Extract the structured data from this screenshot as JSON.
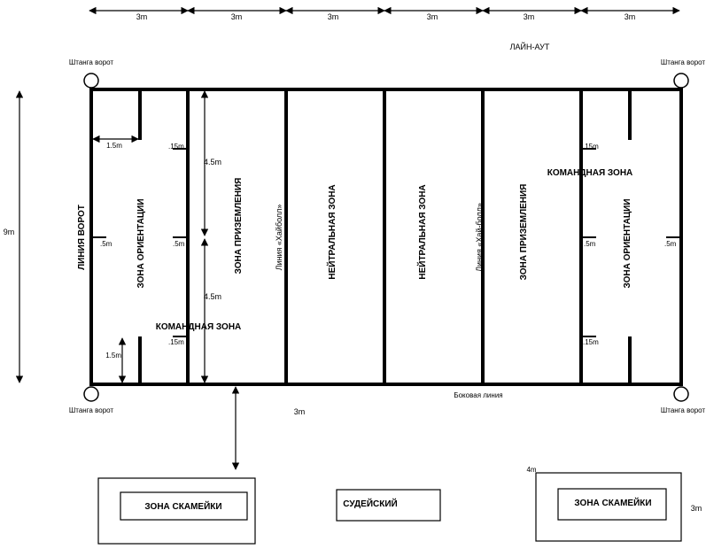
{
  "top_dims": [
    "3m",
    "3m",
    "3m",
    "3m",
    "3m",
    "3m"
  ],
  "line_out": "ЛАЙН-АУТ",
  "goal_post": "Штанга ворот",
  "width_dim": "9m",
  "goal_line": "ЛИНИЯ ВОРОТ",
  "orientation_zone": "ЗОНА ОРИЕНТАЦИИ",
  "landing_zone": "ЗОНА ПРИЗЕМЛЕНИЯ",
  "neutral_zone": "НЕЙТРАЛЬНАЯ ЗОНА",
  "highball_line_left": "Линия «Хайболл»",
  "highball_line_right": "Линия «Хай-болл»",
  "team_zone": "КОМАНДНАЯ ЗОНА",
  "half_height": "4.5m",
  "one_half": "1.5m",
  "small_dim": ".15m",
  "tiny_dim": ".5m",
  "side_line": "Боковая линия",
  "side_gap": "3m",
  "bench_zone": "ЗОНА СКАМЕЙКИ",
  "judge": "СУДЕЙСКИЙ",
  "bench_w": "4m",
  "bench_h": "3m"
}
